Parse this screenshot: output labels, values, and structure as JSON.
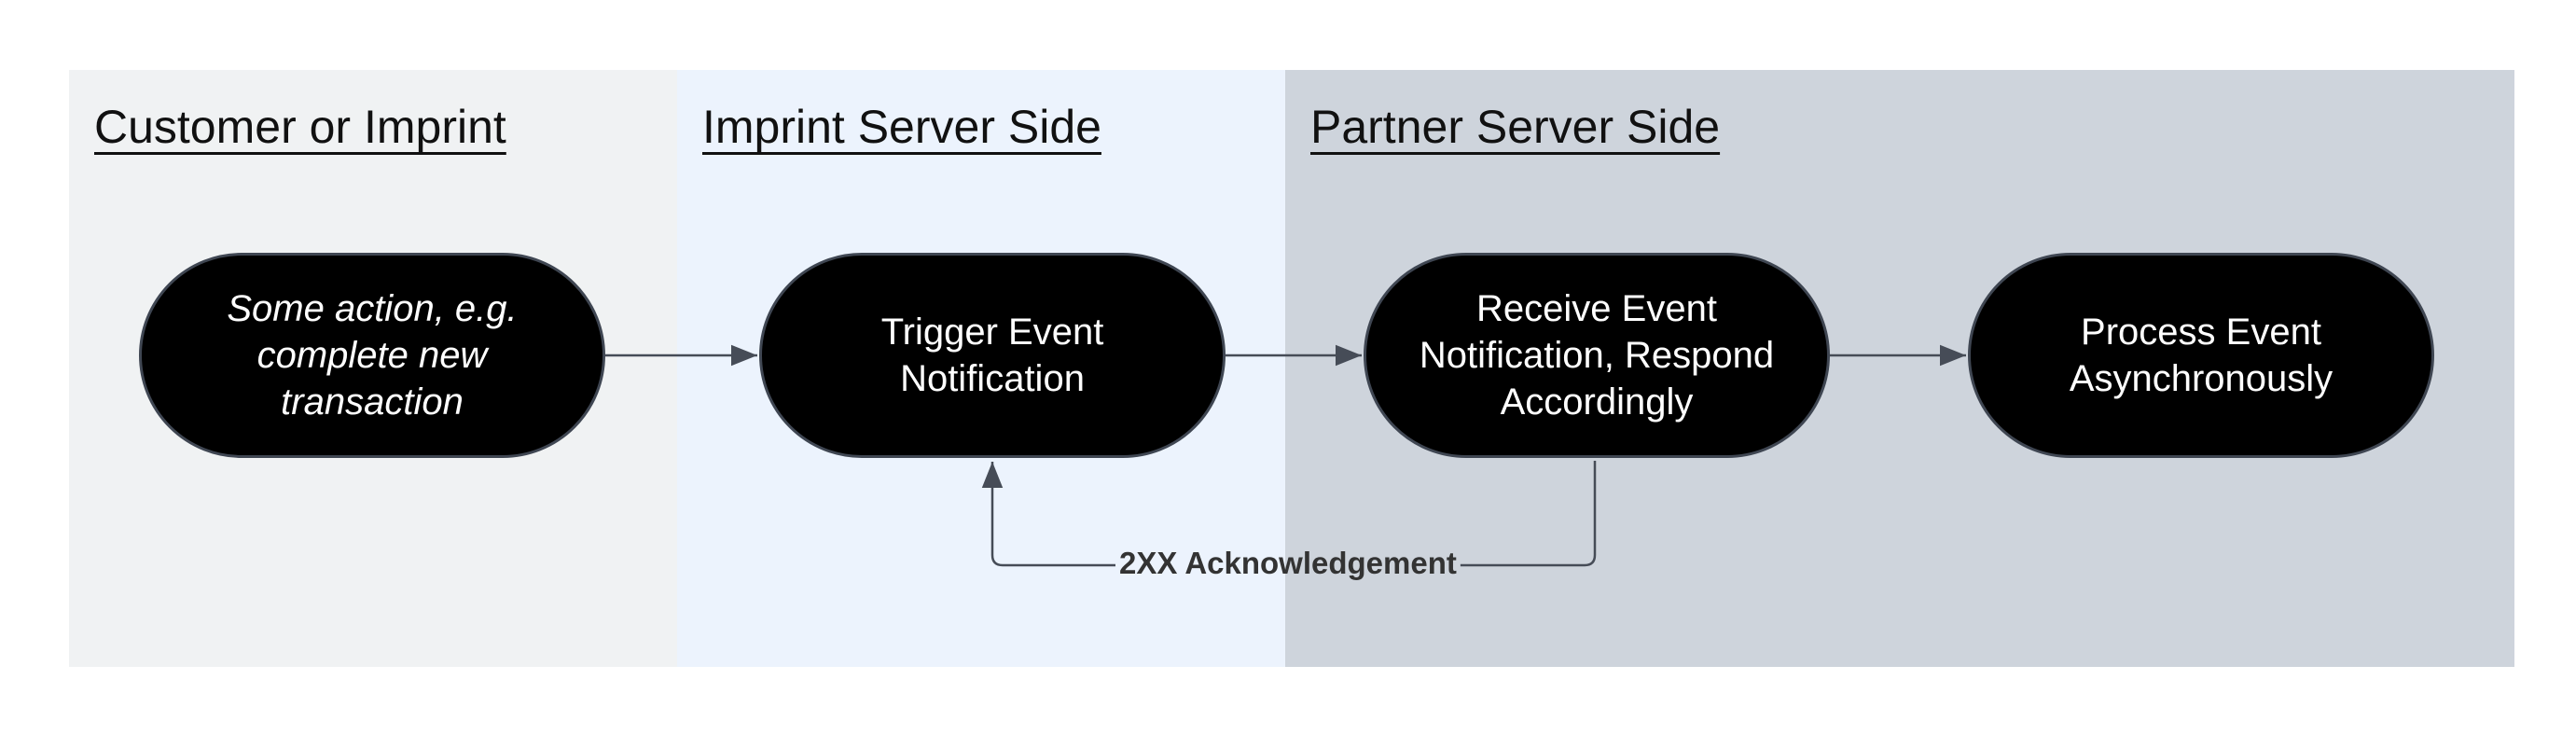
{
  "lanes": [
    {
      "title": "Customer or Imprint"
    },
    {
      "title": "Imprint Server Side"
    },
    {
      "title": "Partner Server Side"
    }
  ],
  "nodes": [
    {
      "lines": [
        "Some action, e.g.",
        "complete new",
        "transaction"
      ]
    },
    {
      "lines": [
        "Trigger Event",
        "Notification"
      ]
    },
    {
      "lines": [
        "Receive Event",
        "Notification, Respond",
        "Accordingly"
      ]
    },
    {
      "lines": [
        "Process Event",
        "Asynchronously"
      ]
    }
  ],
  "edges": {
    "acknowledgement_label": "2XX Acknowledgement"
  },
  "colors": {
    "lane_customer": "#f0f2f3",
    "lane_imprint": "#ecf3fd",
    "lane_partner": "#ced4dc",
    "node_fill": "#000000",
    "node_border": "#3f4652",
    "connector": "#464c57"
  }
}
